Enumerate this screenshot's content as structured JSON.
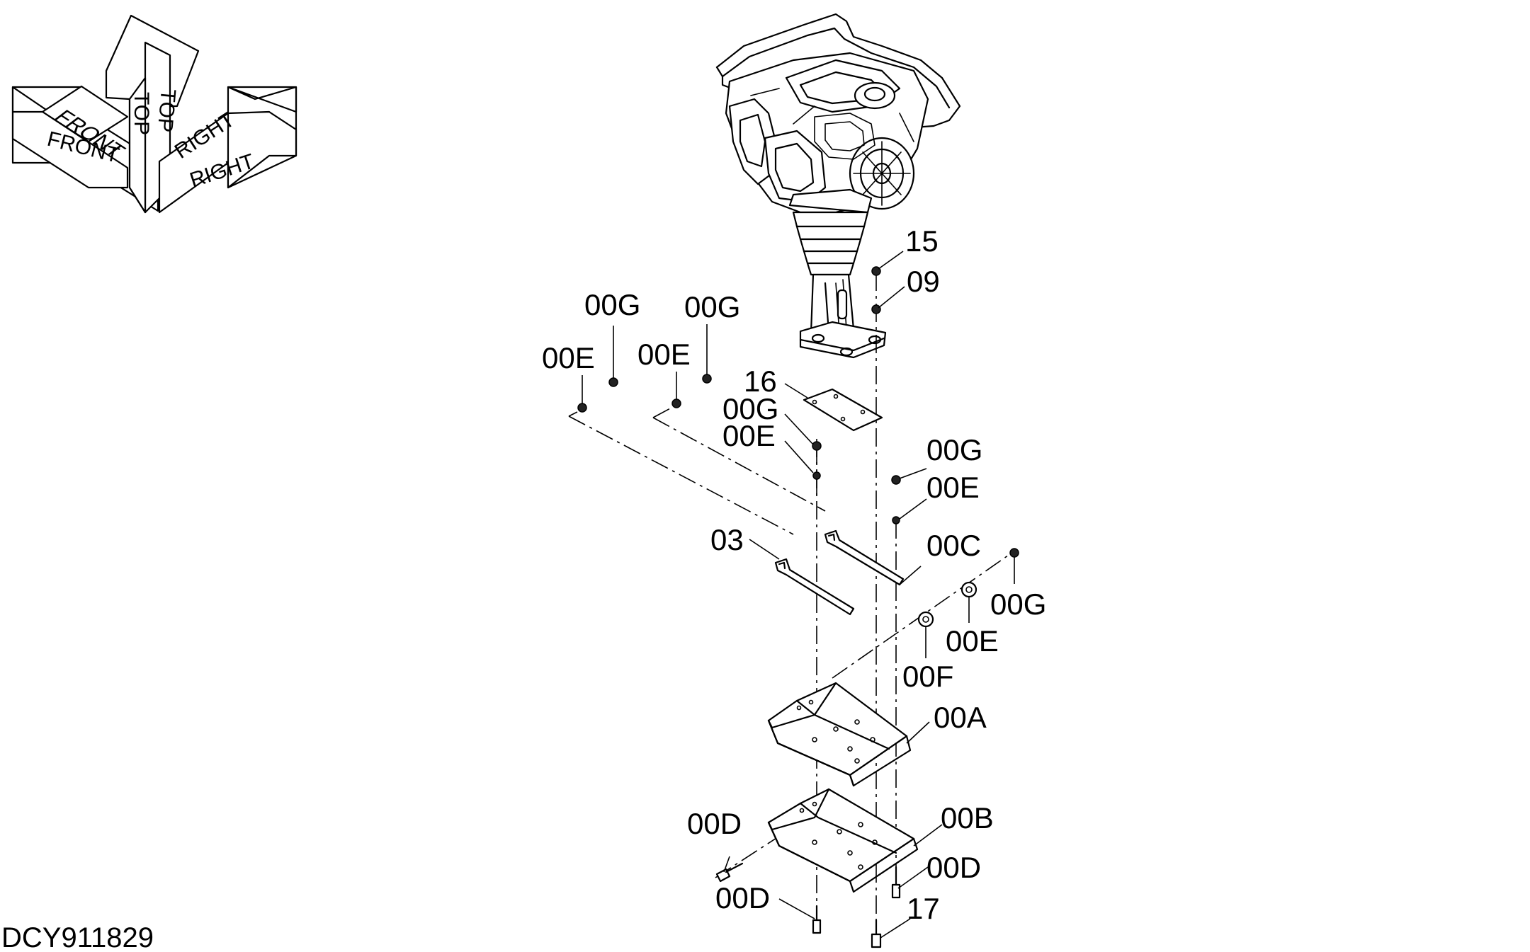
{
  "drawing_id": "DCY911829",
  "orientation": {
    "front": "FRONT",
    "top": "TOP",
    "right": "RIGHT"
  },
  "callouts": {
    "c15": "15",
    "c09": "09",
    "c16": "16",
    "c03": "03",
    "c17": "17",
    "c00A": "00A",
    "c00B": "00B",
    "c00C": "00C",
    "c00D_left": "00D",
    "c00D_right": "00D",
    "c00D_bottom": "00D",
    "c00E_1": "00E",
    "c00E_2": "00E",
    "c00E_3": "00E",
    "c00E_4": "00E",
    "c00E_5": "00E",
    "c00F": "00F",
    "c00G_1": "00G",
    "c00G_2": "00G",
    "c00G_3": "00G",
    "c00G_4": "00G",
    "c00G_5": "00G"
  }
}
